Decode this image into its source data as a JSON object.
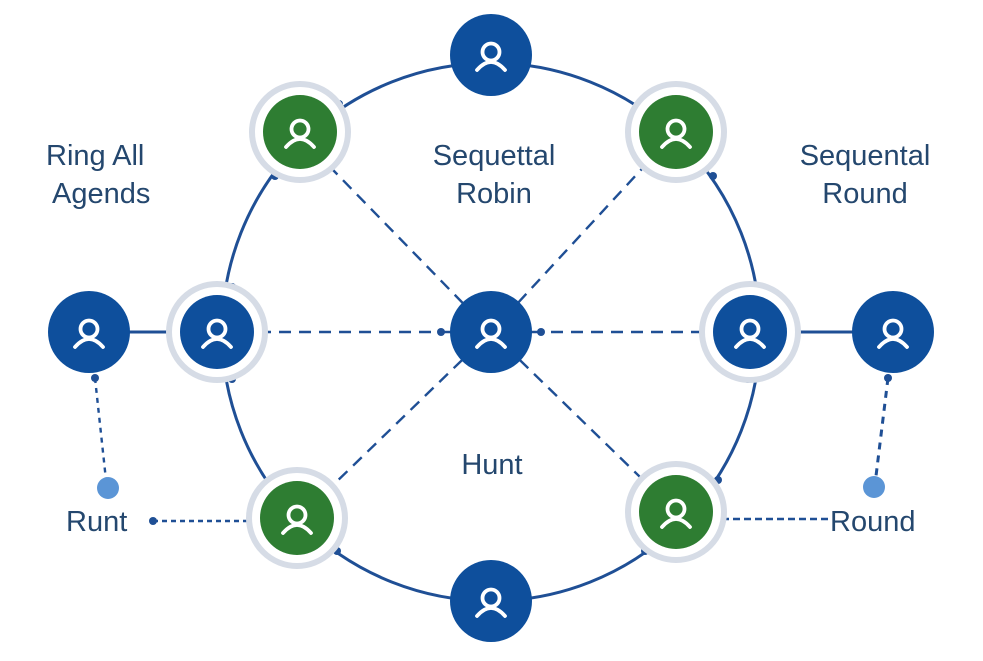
{
  "colors": {
    "blue_node": "#0e4f9c",
    "green_node": "#2e7d32",
    "ring_halo": "#d6dce6",
    "line": "#1f4f95",
    "dot": "#5b95d6",
    "label": "#24476e",
    "icon": "#ffffff"
  },
  "icon_name": "agent-person-icon",
  "labels": {
    "ring_all_line1": "Ring All",
    "ring_all_line2": "Agends",
    "sequettal_line1": "Sequettal",
    "sequettal_line2": "Robin",
    "sequental_line1": "Sequental",
    "sequental_line2": "Round",
    "hunt": "Hunt",
    "runt": "Runt",
    "round": "Round"
  }
}
